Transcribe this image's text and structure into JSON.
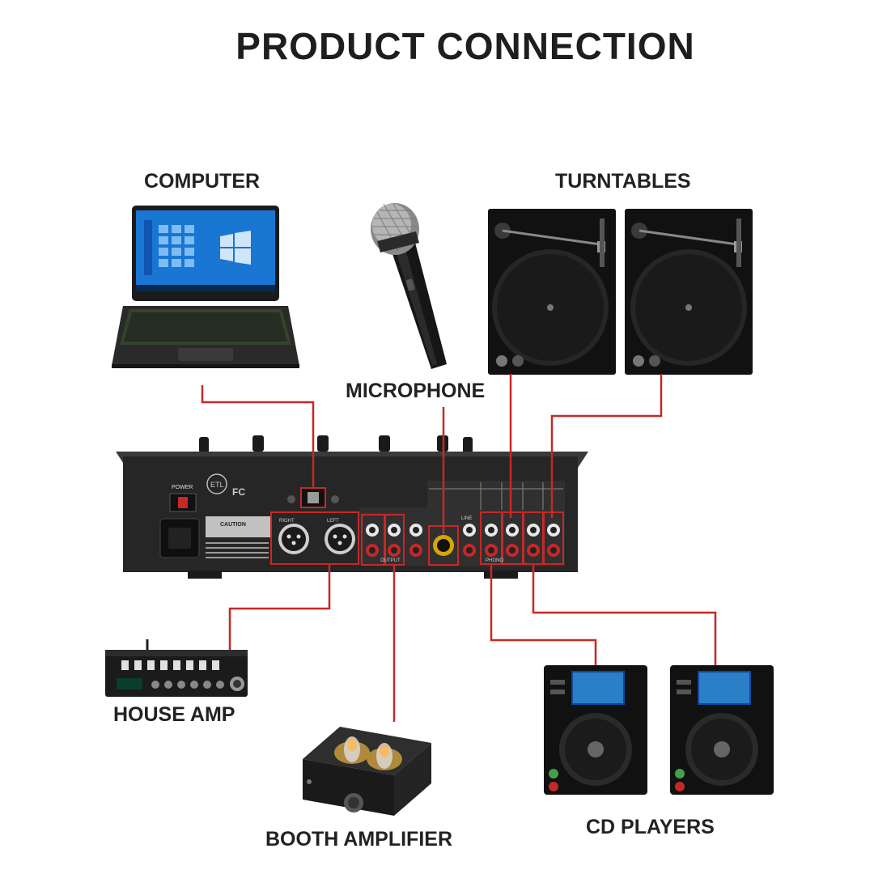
{
  "title": "PRODUCT CONNECTION",
  "devices": {
    "computer": "COMPUTER",
    "turntables": "TURNTABLES",
    "microphone": "MICROPHONE",
    "house_amp": "HOUSE AMP",
    "booth_amplifier": "BOOTH AMPLIFIER",
    "cd_players": "CD PLAYERS"
  },
  "mixer_panel": {
    "power": "POWER",
    "fc": "FC",
    "etl": "ETL",
    "caution": "CAUTION",
    "right": "RIGHT",
    "left": "LEFT",
    "output": "OUTPUT",
    "line": "LINE",
    "phono": "PHONO"
  },
  "colors": {
    "cable": "#c62828",
    "device_body": "#1c1c1c",
    "mixer_panel": "#262626",
    "label_text": "#222222"
  }
}
